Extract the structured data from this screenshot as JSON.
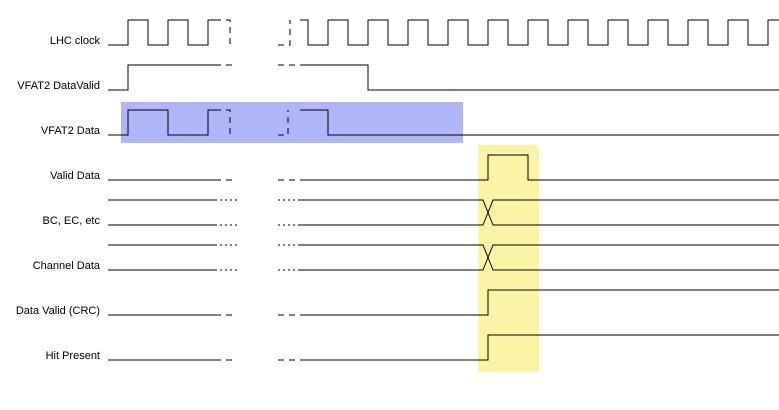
{
  "colors": {
    "highlight_data": "#b0b6f8",
    "highlight_output": "#fbf3a6",
    "line": "#000000",
    "background": "#ffffff"
  },
  "signals": [
    {
      "id": "lhc-clock",
      "label": "LHC clock"
    },
    {
      "id": "vfat2-datavalid",
      "label": "VFAT2 DataValid"
    },
    {
      "id": "vfat2-data",
      "label": "VFAT2 Data"
    },
    {
      "id": "valid-data",
      "label": "Valid Data"
    },
    {
      "id": "bc-ec",
      "label": "BC, EC, etc"
    },
    {
      "id": "channel-data",
      "label": "Channel Data"
    },
    {
      "id": "data-valid-crc",
      "label": "Data Valid (CRC)"
    },
    {
      "id": "hit-present",
      "label": "Hit Present"
    }
  ]
}
